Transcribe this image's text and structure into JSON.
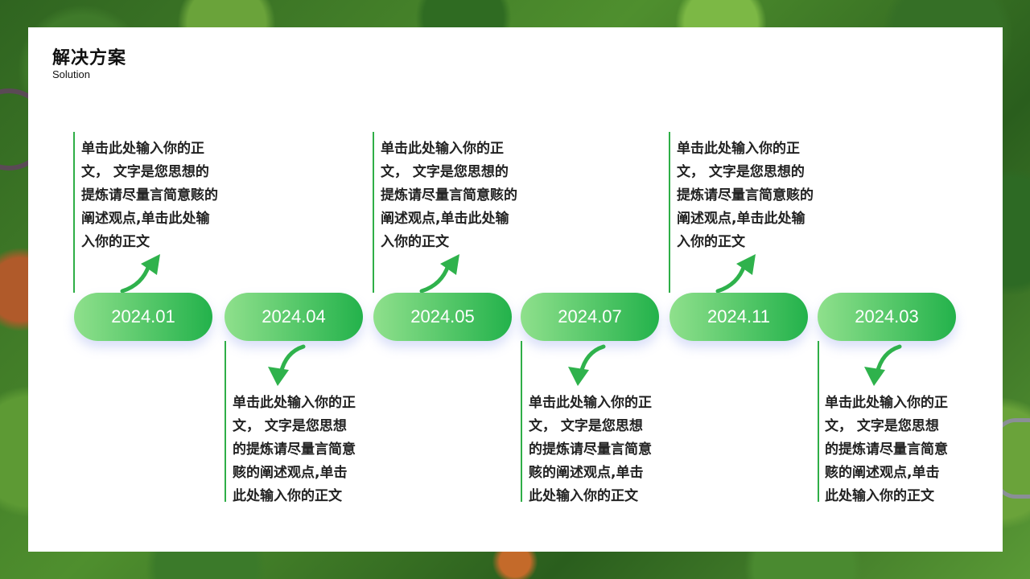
{
  "slide": {
    "title": "解决方案",
    "subtitle": "Solution"
  },
  "timeline": [
    {
      "date": "2024.01",
      "text": "单击此处输入你的正文， 文字是您思想的提炼请尽量言简意赅的阐述观点,单击此处输入你的正文",
      "position": "top"
    },
    {
      "date": "2024.04",
      "text": "单击此处输入你的正文， 文字是您思想的提炼请尽量言简意赅的阐述观点,单击此处输入你的正文",
      "position": "bottom"
    },
    {
      "date": "2024.05",
      "text": "单击此处输入你的正文， 文字是您思想的提炼请尽量言简意赅的阐述观点,单击此处输入你的正文",
      "position": "top"
    },
    {
      "date": "2024.07",
      "text": "单击此处输入你的正文， 文字是您思想的提炼请尽量言简意赅的阐述观点,单击此处输入你的正文",
      "position": "bottom"
    },
    {
      "date": "2024.11",
      "text": "单击此处输入你的正文， 文字是您思想的提炼请尽量言简意赅的阐述观点,单击此处输入你的正文",
      "position": "top"
    },
    {
      "date": "2024.03",
      "text": "单击此处输入你的正文， 文字是您思想的提炼请尽量言简意赅的阐述观点,单击此处输入你的正文",
      "position": "bottom"
    }
  ],
  "colors": {
    "pill_start": "#8fe08c",
    "pill_end": "#23b24b",
    "line": "#2fae47"
  }
}
